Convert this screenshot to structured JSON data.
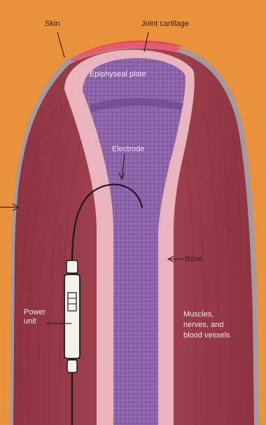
{
  "labels": {
    "skin": "Skin",
    "joint_cartilage": "Joint cartilage",
    "epiphyseal_plate": "Epiphyseal plate",
    "electrode": "Electrode",
    "bone": "Bone",
    "power_unit": "Power\nunit",
    "muscles": "Muscles,\nnerves, and\nblood vessels"
  },
  "colors": {
    "background": "#e9913b",
    "skin": "#a39aa0",
    "joint_cartilage": "#e0475f",
    "muscle": "#9c3e4a",
    "bone_cortex": "#e9b4bd",
    "marrow": "#8a5fa6",
    "electrode_wire": "#1a1a1a",
    "power_unit": "#f4f1ea"
  }
}
